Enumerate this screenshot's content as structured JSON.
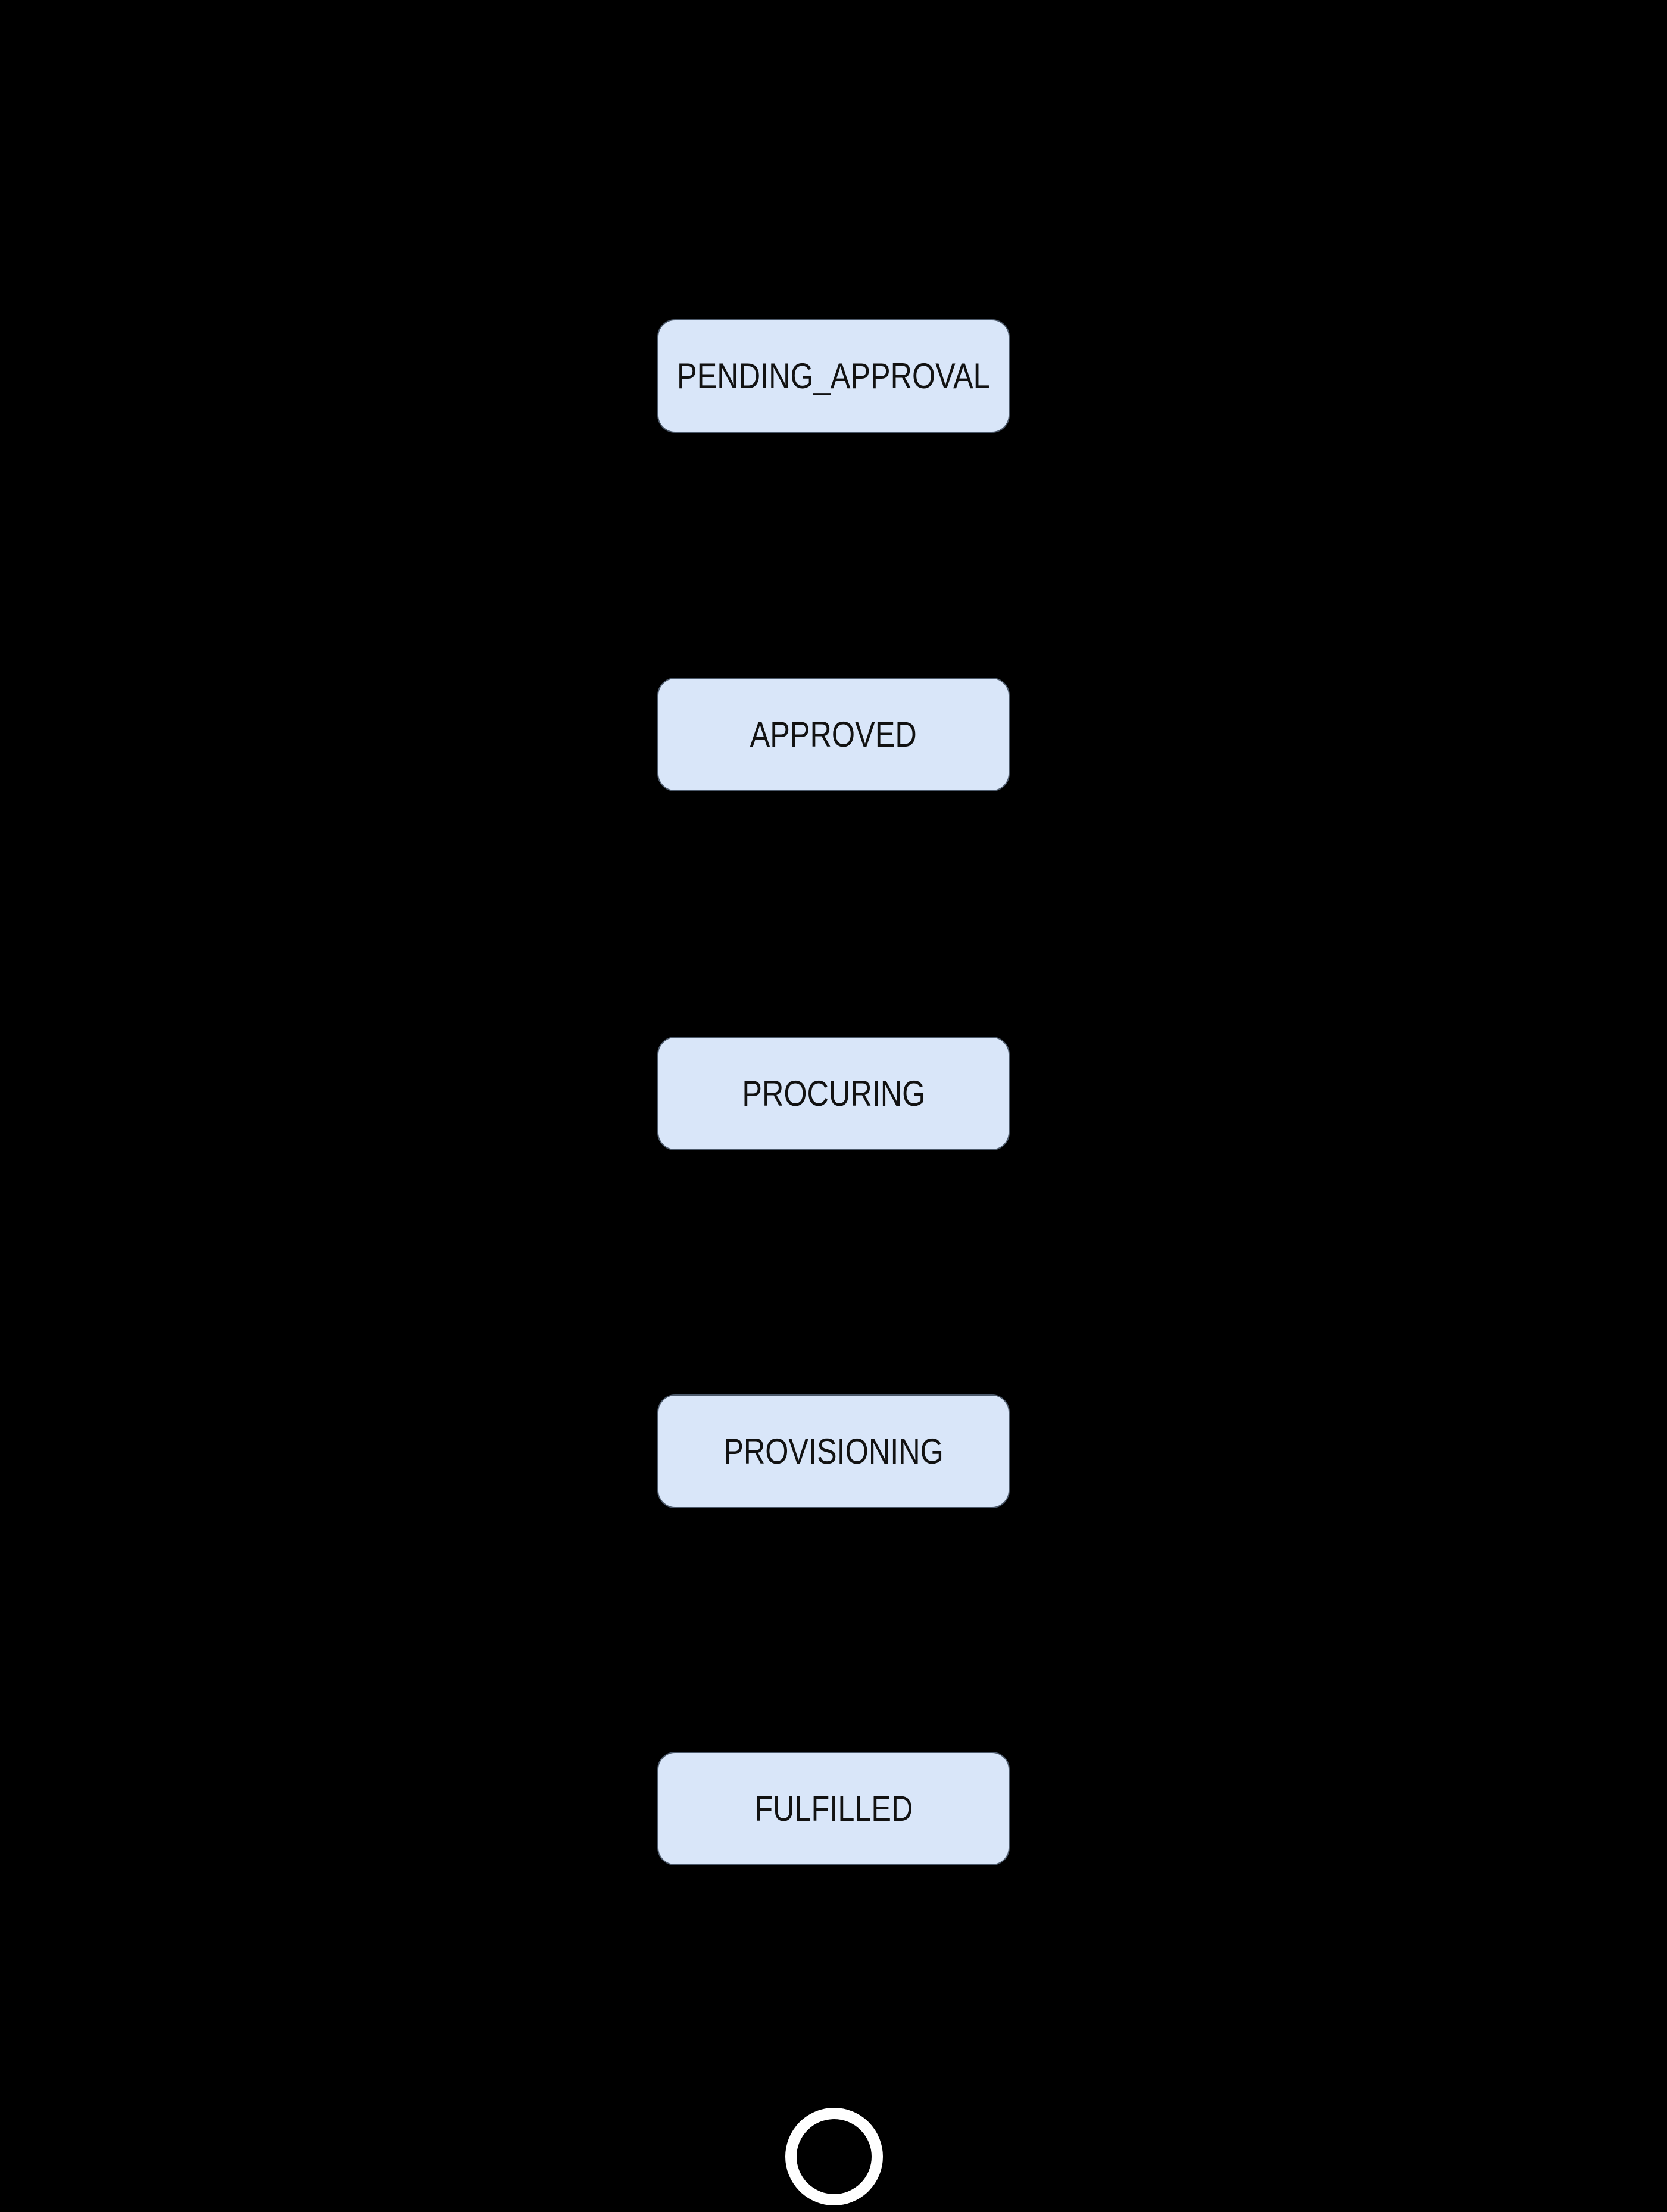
{
  "diagram": {
    "type": "state-flow",
    "background_color": "#000000",
    "node_style": {
      "fill": "#d9e6f9",
      "stroke": "#4d5a6b",
      "text_color": "#121212"
    },
    "states": [
      {
        "label": "PENDING_APPROVAL"
      },
      {
        "label": "APPROVED"
      },
      {
        "label": "PROCURING"
      },
      {
        "label": "PROVISIONING"
      },
      {
        "label": "FULFILLED"
      }
    ],
    "end_state": {
      "shape": "circle-outline",
      "color": "#ffffff"
    }
  }
}
